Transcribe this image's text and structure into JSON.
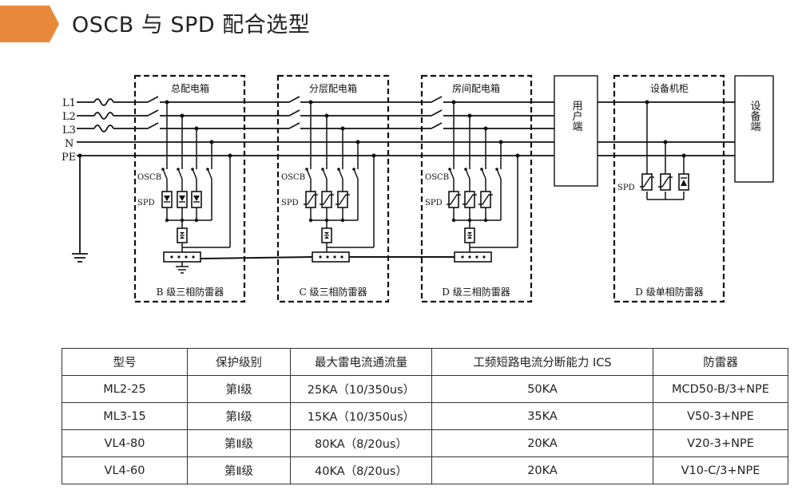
{
  "page": {
    "title": "OSCB 与 SPD 配合选型",
    "accent_color": "#E8883A"
  },
  "diagram": {
    "line_labels": [
      "L1",
      "L2",
      "L3",
      "N",
      "PE"
    ],
    "boxes": {
      "main": {
        "title": "总配电箱",
        "caption": "B  级三相防雷器"
      },
      "floor": {
        "title": "分层配电箱",
        "caption": "C  级三相防雷器"
      },
      "room": {
        "title": "房间配电箱",
        "caption": "D  级三相防雷器"
      },
      "cabinet": {
        "title": "设备机柜",
        "caption": "D  级单相防雷器"
      }
    },
    "user_end": "用户端",
    "device_end": "设备端",
    "oscb_label": "OSCB",
    "spd_label": "SPD"
  },
  "table": {
    "headers": [
      "型号",
      "保护级别",
      "最大雷电流通流量",
      "工频短路电流分断能力 ICS",
      "防雷器"
    ],
    "rows": [
      [
        "ML2-25",
        "第Ⅰ级",
        "25KA（10/350us）",
        "50KA",
        "MCD50-B/3+NPE"
      ],
      [
        "ML3-15",
        "第Ⅰ级",
        "15KA（10/350us）",
        "35KA",
        "V50-3+NPE"
      ],
      [
        "VL4-80",
        "第Ⅱ级",
        "80KA（8/20us）",
        "20KA",
        "V20-3+NPE"
      ],
      [
        "VL4-60",
        "第Ⅱ级",
        "40KA（8/20us）",
        "20KA",
        "V10-C/3+NPE"
      ]
    ]
  }
}
